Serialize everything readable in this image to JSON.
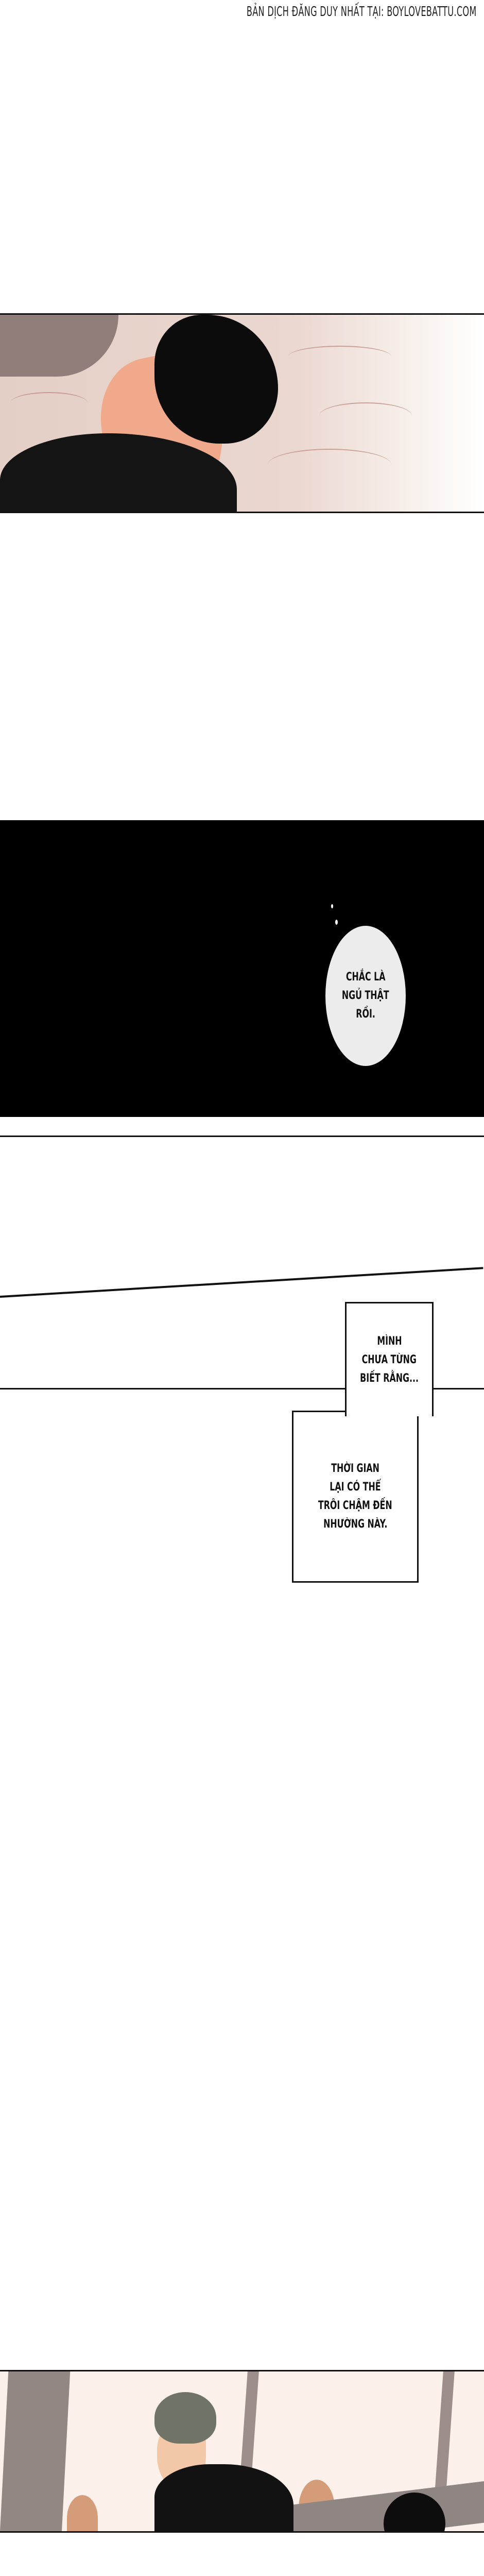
{
  "header": {
    "watermark": "BẢN DỊCH ĐĂNG DUY NHẤT TẠI: BOYLOVEBATTU.COM"
  },
  "panels": [
    {
      "id": "panel-1",
      "description_type": "artwork"
    },
    {
      "id": "panel-2",
      "speech_bubble": {
        "lines": [
          "CHẮC LÀ",
          "NGỦ THẬT",
          "RỒI."
        ]
      }
    },
    {
      "id": "panel-3",
      "caption_boxes": [
        {
          "lines": [
            "MÌNH",
            "CHƯA TỪNG",
            "BIẾT RẰNG..."
          ]
        },
        {
          "lines": [
            "THỜI GIAN",
            "LẠI CÓ THỂ",
            "TRÔI CHẬM ĐẾN",
            "NHƯỜNG NÀY."
          ]
        }
      ]
    },
    {
      "id": "panel-4",
      "description_type": "artwork"
    }
  ],
  "colors": {
    "ink": "#111111",
    "skin": "#f0a98a",
    "bed": "#e4cfc6",
    "bubble": "#ececec"
  }
}
